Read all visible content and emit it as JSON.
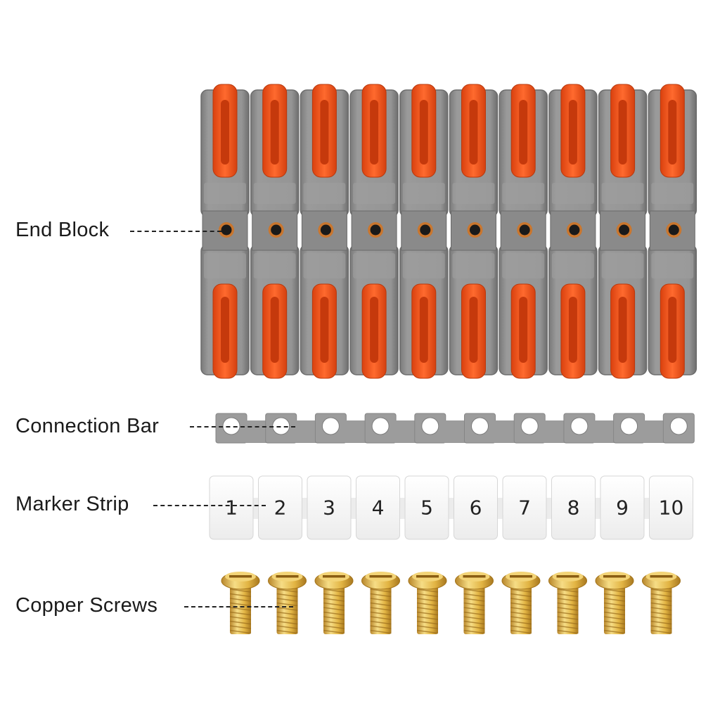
{
  "labels": {
    "end_block": "End Block",
    "connection_bar": "Connection Bar",
    "marker_strip": "Marker Strip",
    "copper_screws": "Copper Screws"
  },
  "marker_numbers": [
    "1",
    "2",
    "3",
    "4",
    "5",
    "6",
    "7",
    "8",
    "9",
    "10"
  ],
  "colors": {
    "connector_body": "#8f8f8f",
    "lever": "#f2551f",
    "connection_bar": "#9c9c9c",
    "marker": "#fbfbfb",
    "screw": "#e0b43c"
  },
  "counts": {
    "connectors": 10,
    "screws": 10
  }
}
